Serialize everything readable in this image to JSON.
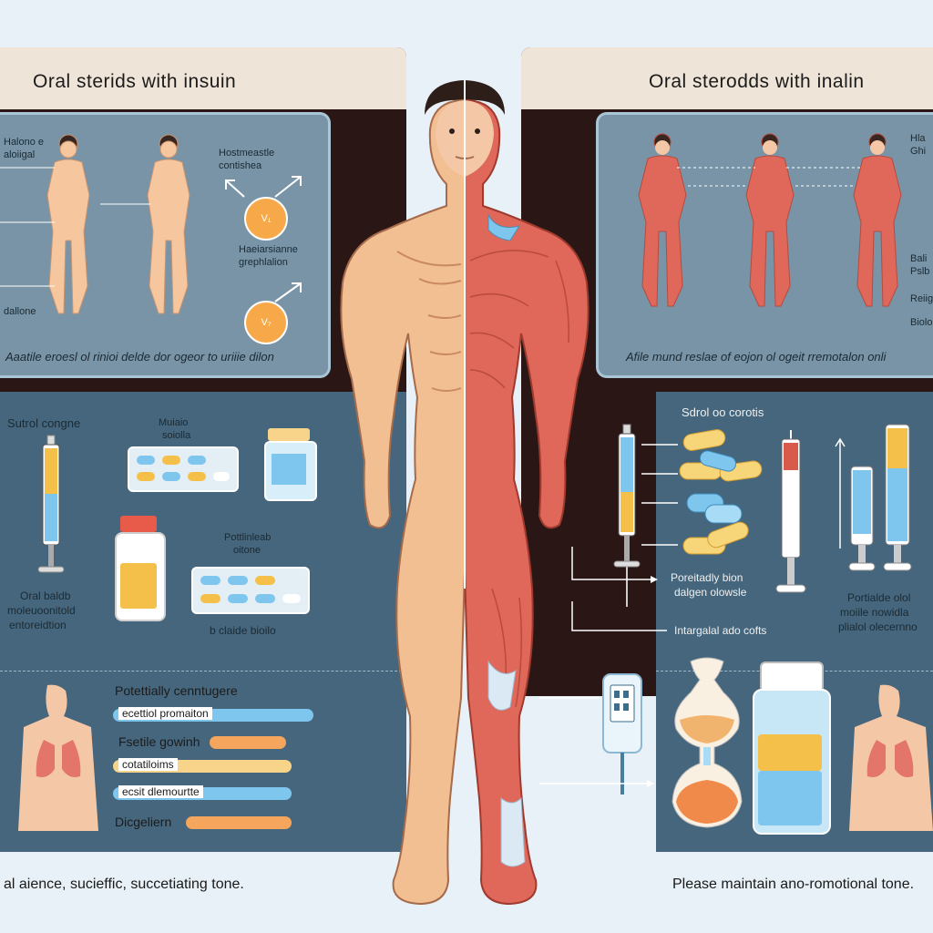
{
  "left_panel": {
    "title": "Oral sterids with insuin",
    "card_labels": [
      "Halono e",
      "aloiigal",
      "Hostmeastle",
      "contishea",
      "Haeiarsianne",
      "grephlalion",
      "dallone"
    ],
    "card_badges": [
      "V₁",
      "V₇"
    ],
    "card_caption": "Aaatile eroesl ol rinioi delde dor ogeor to uriiie dilon",
    "section_title": "Sutrol congne",
    "box_label_1": "Muiaio",
    "box_label_2": "soiolla",
    "box_label_3": "Pottlinleab",
    "box_label_4": "oitone",
    "lower_caption_1": "Oral baldb",
    "lower_caption_2": "moleuoonitold",
    "lower_caption_3": "entoreidtion",
    "lower_caption_4": "b claide bioilo",
    "bars_title": "Potettially cenntugere",
    "bars": [
      "ecettiol promaiton",
      "Fsetile gowinh",
      "cotatiloims",
      "ecsit dlemourtte",
      "Dicgeliern"
    ],
    "footer": "al aience, sucieffic, succetiating tone."
  },
  "right_panel": {
    "title": "Oral sterodds with inalin",
    "card_side_labels": [
      "Hla",
      "Ghi",
      "Bali",
      "Pslb",
      "Reiig",
      "Biolo"
    ],
    "card_caption": "Afile mund reslae of eojon ol ogeit rremotalon onli",
    "section_title": "Sdrol oo corotis",
    "mid_caption_1": "Poreitadly bion",
    "mid_caption_2": "dalgen olowsle",
    "side_caption_1": "Portialde olol",
    "side_caption_2": "moiile nowidla",
    "side_caption_3": "plialol olecernno",
    "lower_caption": "Intargalal ado cofts",
    "footer": "Please maintain ano-romotional tone."
  },
  "colors": {
    "dark_bg": "#2b1616",
    "panel_bg": "#45667c",
    "card_bg": "#7894a6",
    "skin": "#f2bf93",
    "muscle": "#e0685a",
    "accent_orange": "#f5a55c",
    "accent_blue": "#7fc6ee"
  }
}
